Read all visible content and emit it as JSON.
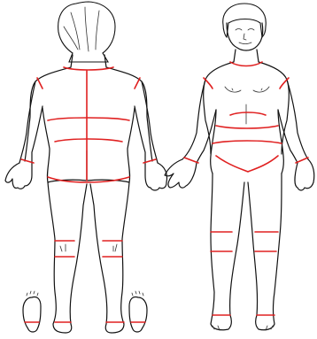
{
  "colors": {
    "outline": "#111111",
    "region_line": "#e02020",
    "background": "#ffffff"
  },
  "figures": [
    {
      "view": "back",
      "boundaries": 14
    },
    {
      "view": "front",
      "boundaries": 16
    },
    {
      "view": "soles",
      "boundaries": 2
    }
  ]
}
